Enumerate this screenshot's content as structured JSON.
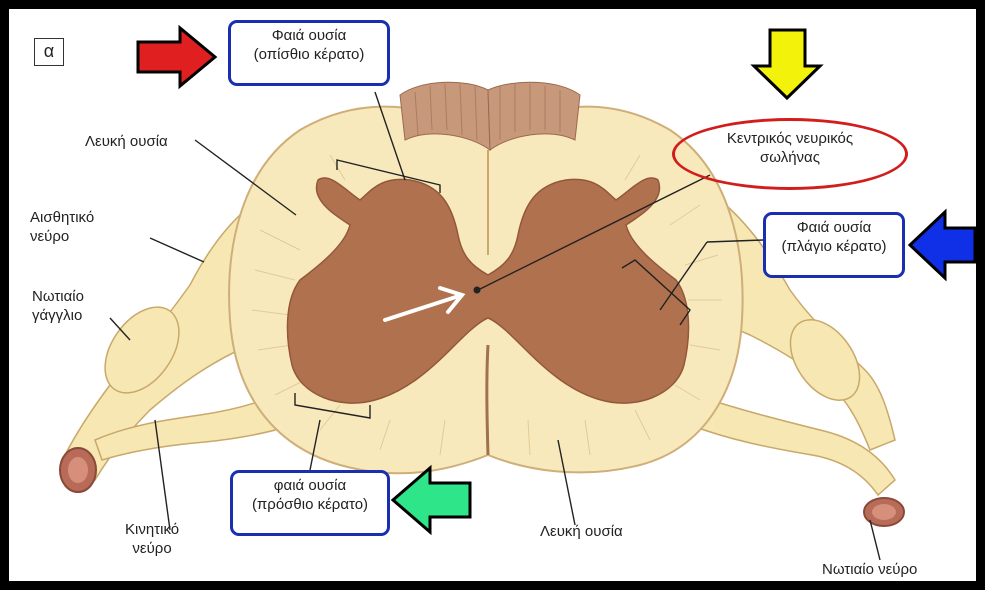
{
  "panel_letter": "α",
  "labels": {
    "grey_matter_posterior": [
      "Φαιά ουσία",
      "(οπίσθιο κέρατο)"
    ],
    "central_canal": [
      "Κεντρικός νευρικός",
      "σωλήνας"
    ],
    "white_matter_top": "Λευκή ουσία",
    "sensory_nerve": [
      "Αισθητικό",
      "νεύρο"
    ],
    "grey_matter_lateral": [
      "Φαιά ουσία",
      "(πλάγιο κέρατο)"
    ],
    "spinal_ganglion": [
      "Νωτιαίο",
      "γάγγλιο"
    ],
    "grey_matter_anterior": [
      "φαιά ουσία",
      "(πρόσθιο κέρατο)"
    ],
    "motor_nerve": [
      "Κινητικό",
      "νεύρο"
    ],
    "white_matter_bottom": "Λευκή ουσία",
    "spinal_nerve": "Νωτιαίο νεύρο"
  },
  "arrows": {
    "posterior": {
      "color": "#e02020",
      "direction": "right"
    },
    "central": {
      "color": "#f2f20a",
      "direction": "down"
    },
    "lateral": {
      "color": "#1030e8",
      "direction": "left"
    },
    "anterior": {
      "color": "#2ee58a",
      "direction": "left"
    }
  },
  "colors": {
    "box_border": "#1a2fb0",
    "oval_border": "#d21d1d",
    "grey_matter": "#b0714f",
    "white_matter": "#f8e9bd",
    "nerve": "#f6e7b3",
    "dorsal_root": "#c8987b"
  }
}
